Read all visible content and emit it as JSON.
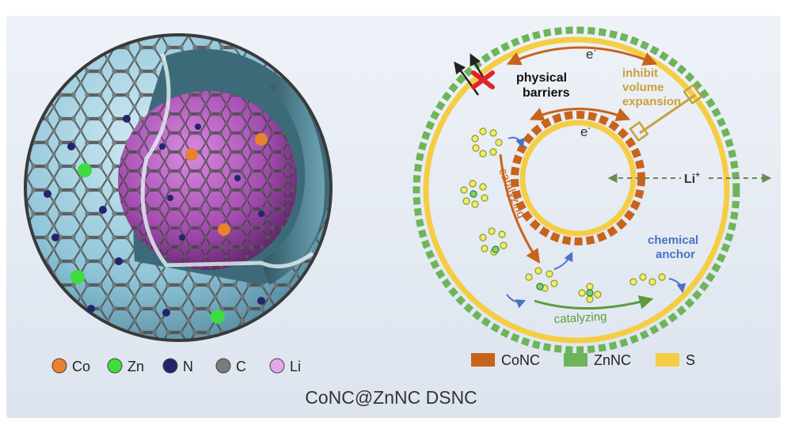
{
  "caption": "CoNC@ZnNC DSNC",
  "atom_legend": [
    {
      "label": "Co",
      "color": "#e8822e"
    },
    {
      "label": "Zn",
      "color": "#3fdc3f"
    },
    {
      "label": "N",
      "color": "#23236e"
    },
    {
      "label": "C",
      "color": "#7a7a7a"
    },
    {
      "label": "Li",
      "color": "#e6a6ea"
    }
  ],
  "layer_legend": [
    {
      "label": "CoNC",
      "color": "#c8631c"
    },
    {
      "label": "ZnNC",
      "color": "#6db45a"
    },
    {
      "label": "S",
      "color": "#f5cd45"
    }
  ],
  "labels": {
    "electron_outer": "e",
    "electron_inner": "e",
    "electron_sup": "-",
    "physical_1": "physical",
    "physical_2": "barriers",
    "inhibit_1": "inhibit",
    "inhibit_2": "volume",
    "inhibit_3": "expansion",
    "li_main": "Li",
    "li_sup": "+",
    "chemical_1": "chemical",
    "chemical_2": "anchor",
    "catalyzing_left": "catalyzing",
    "catalyzing_bottom": "catalyzing"
  },
  "colors": {
    "background": "#e9eef6",
    "shell": "#9fcfe0",
    "core": "#b65fbf",
    "co_arrow": "#c8631c",
    "zn_arrow": "#5b9b3e",
    "s_color": "#f5cd45",
    "anchor_text": "#4a73c4",
    "inhibit_text": "#c9a13a",
    "barrier_cross": "#e0232d"
  }
}
